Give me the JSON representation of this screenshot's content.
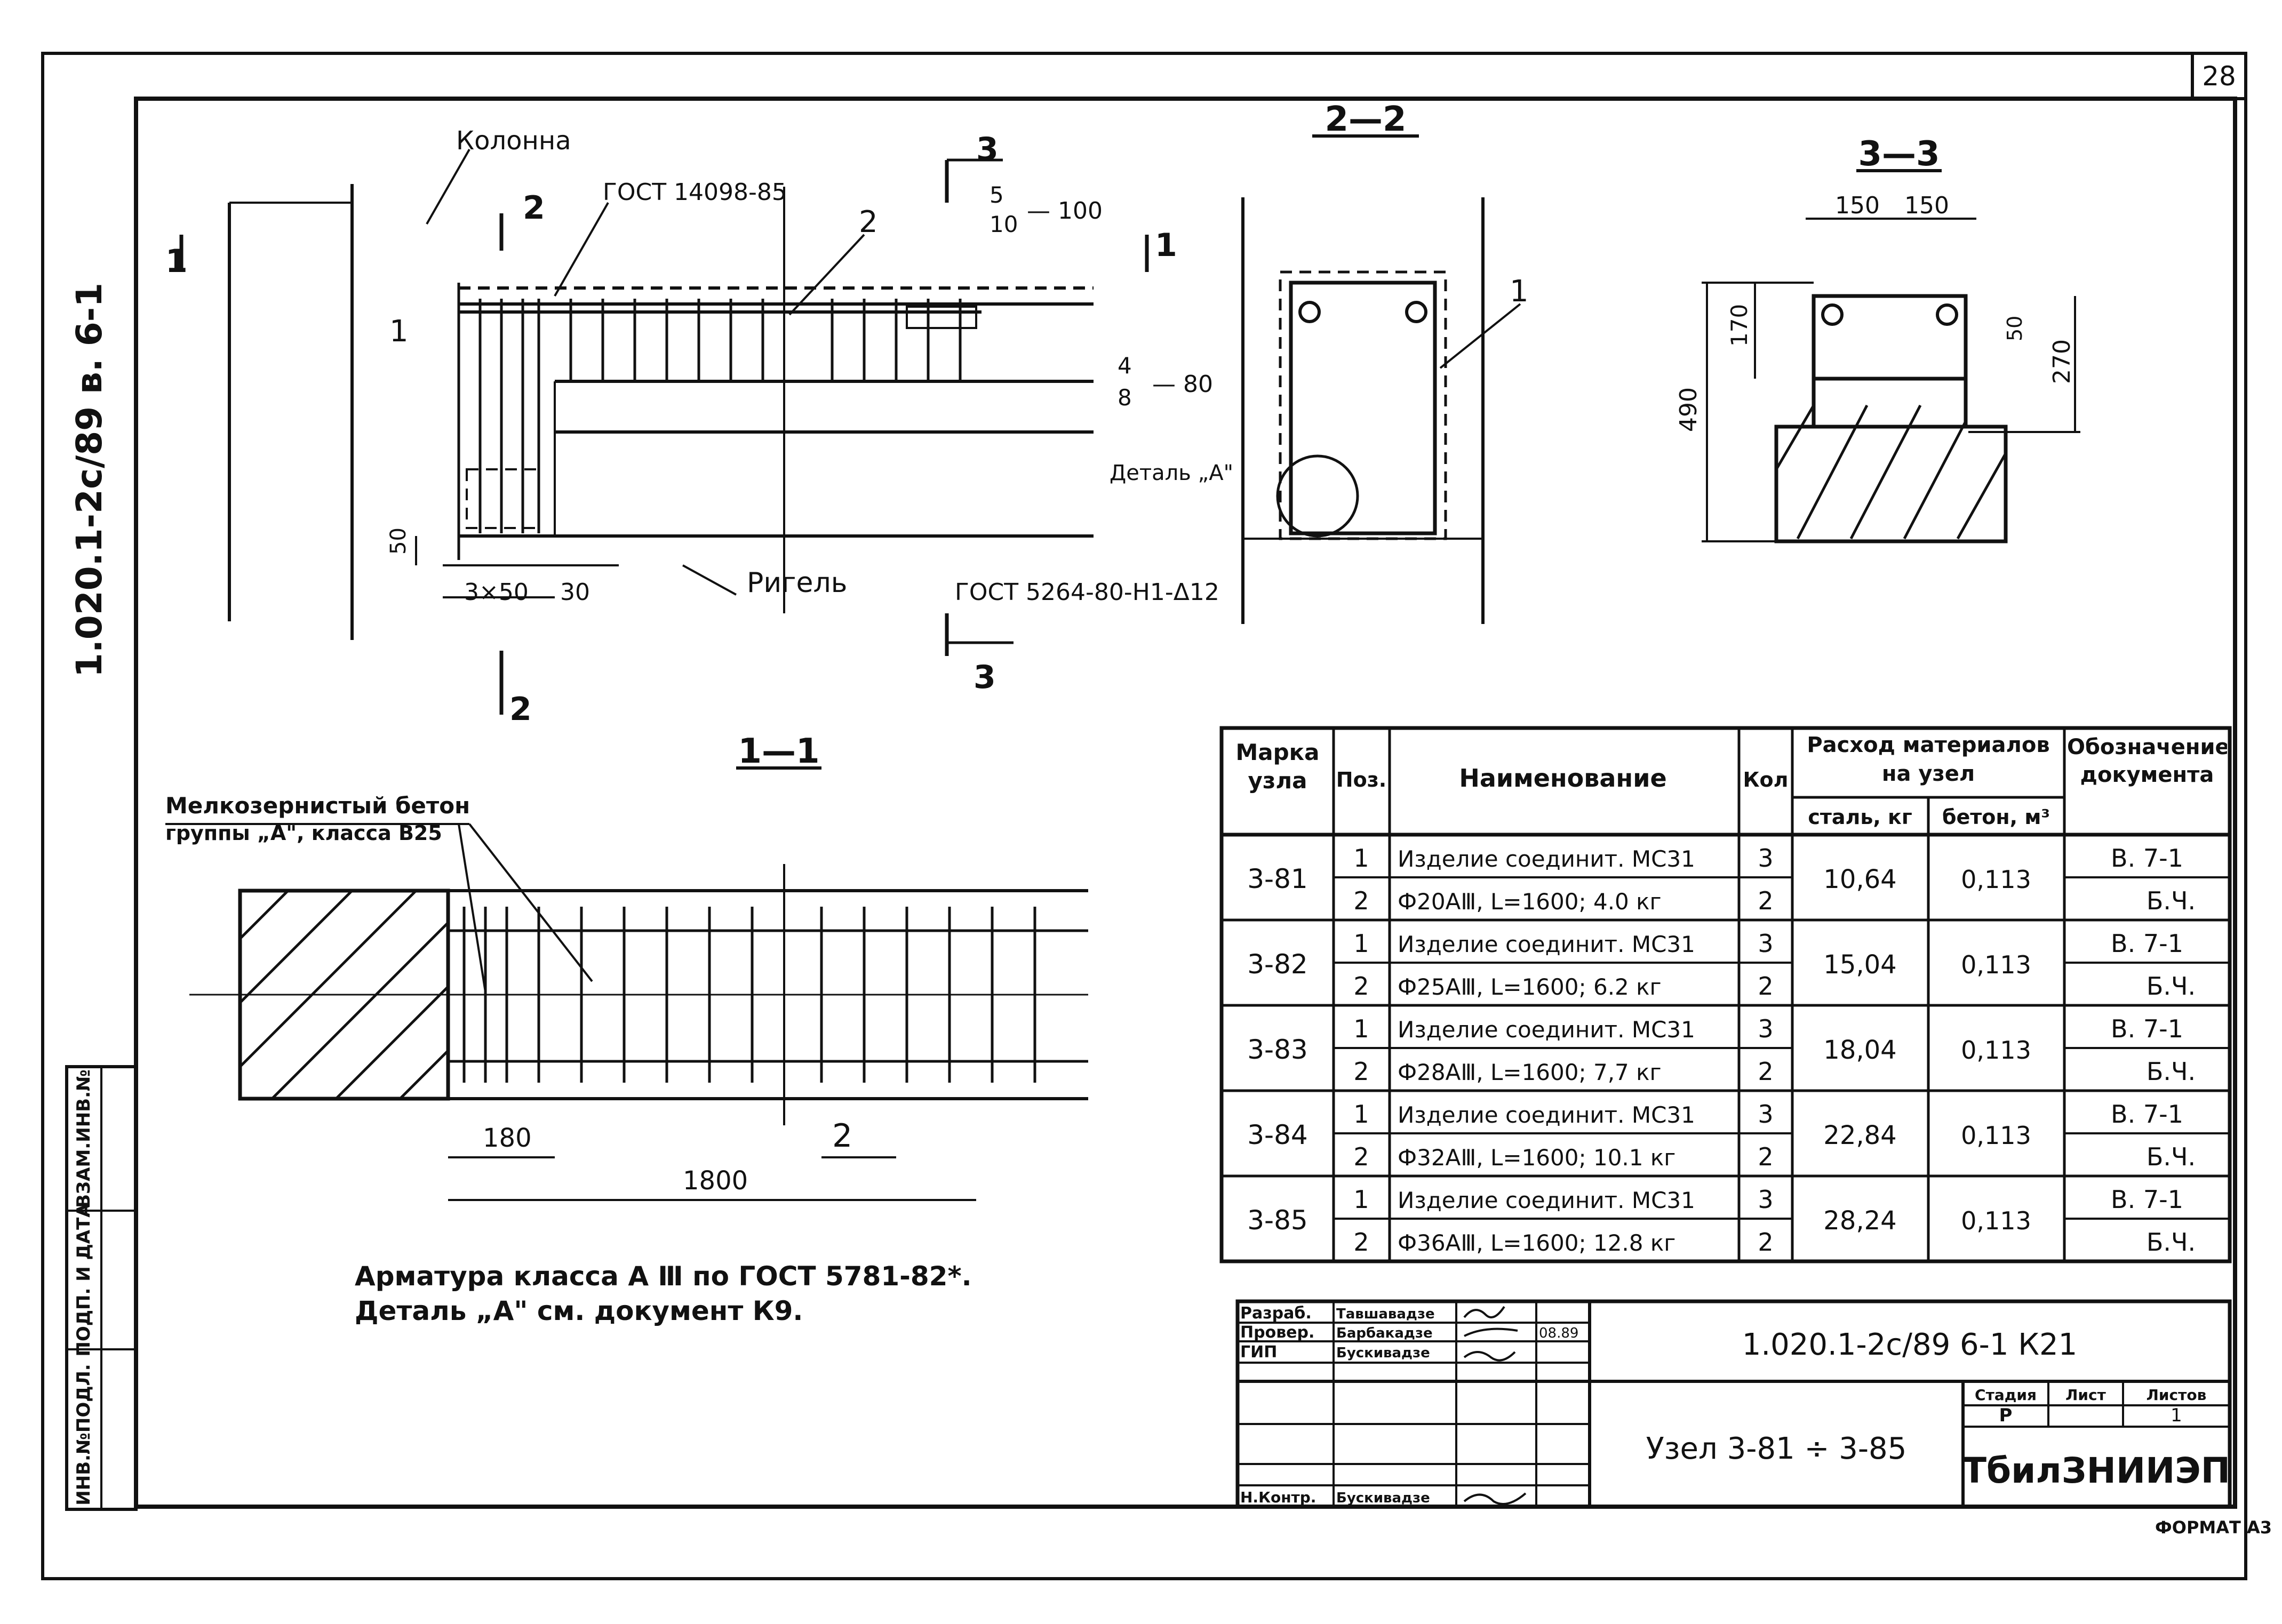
{
  "sheet": {
    "number": "28",
    "side_code": "1.020.1-2с/89   в. 6-1",
    "format": "ФОРМАТ А3"
  },
  "side_stamp": [
    "ИНВ.№ПОДЛ.",
    "ПОДП. И ДАТА",
    "ВЗАМ.ИНВ.№"
  ],
  "drawing_main": {
    "kolonna": "Колонна",
    "gost_top": "ГОСТ 14098-85",
    "cut1": "1",
    "cut2": "2",
    "cut3": "3",
    "pos1": "1",
    "pos2": "2",
    "step_top": "5",
    "step_bot": "10",
    "step_val": "— 100",
    "step2_top": "4",
    "step2_bot": "8",
    "step2_val": "— 80",
    "dim50": "50",
    "dim3x50": "3×50",
    "dim30": "30",
    "rigel": "Ригель",
    "detail": "Деталь „А\"",
    "gost_bottom": "ГОСТ 5264-80-Н1-Δ12"
  },
  "section22": {
    "title": "2—2",
    "pos": "1"
  },
  "section33": {
    "title": "3—3",
    "d150a": "150",
    "d150b": "150",
    "d170": "170",
    "d490": "490",
    "d50": "50",
    "d270": "270"
  },
  "section11": {
    "title": "1—1",
    "concrete1": "Мелкозернистый бетон",
    "concrete2": "группы „А\", класса В25",
    "d180": "180",
    "d1800": "1800",
    "pos2": "2"
  },
  "notes": [
    "Арматура класса А Ⅲ по ГОСТ 5781-82*.",
    "Деталь „А\" см. документ К9."
  ],
  "table": {
    "headers": {
      "mark": "Марка узла",
      "pos": "Поз.",
      "name": "Наименование",
      "qty": "Кол",
      "usage": "Расход материалов на узел",
      "steel": "сталь, кг",
      "concrete": "бетон, м³",
      "doc": "Обозначение документа"
    },
    "rows": [
      {
        "mark": "3-81",
        "steel": "10,64",
        "concrete": "0,113",
        "items": [
          {
            "pos": "1",
            "name": "Изделие соединит. МС31",
            "qty": "3",
            "doc": "В. 7-1"
          },
          {
            "pos": "2",
            "name": "Ф20АⅢ, L=1600;  4.0 кг",
            "qty": "2",
            "doc": "Б.Ч."
          }
        ]
      },
      {
        "mark": "3-82",
        "steel": "15,04",
        "concrete": "0,113",
        "items": [
          {
            "pos": "1",
            "name": "Изделие соединит. МС31",
            "qty": "3",
            "doc": "В. 7-1"
          },
          {
            "pos": "2",
            "name": "Ф25АⅢ, L=1600;  6.2 кг",
            "qty": "2",
            "doc": "Б.Ч."
          }
        ]
      },
      {
        "mark": "3-83",
        "steel": "18,04",
        "concrete": "0,113",
        "items": [
          {
            "pos": "1",
            "name": "Изделие соединит. МС31",
            "qty": "3",
            "doc": "В. 7-1"
          },
          {
            "pos": "2",
            "name": "Ф28АⅢ, L=1600;  7,7 кг",
            "qty": "2",
            "doc": "Б.Ч."
          }
        ]
      },
      {
        "mark": "3-84",
        "steel": "22,84",
        "concrete": "0,113",
        "items": [
          {
            "pos": "1",
            "name": "Изделие соединит. МС31",
            "qty": "3",
            "doc": "В. 7-1"
          },
          {
            "pos": "2",
            "name": "Ф32АⅢ, L=1600; 10.1 кг",
            "qty": "2",
            "doc": "Б.Ч."
          }
        ]
      },
      {
        "mark": "3-85",
        "steel": "28,24",
        "concrete": "0,113",
        "items": [
          {
            "pos": "1",
            "name": "Изделие соединит. МС31",
            "qty": "3",
            "doc": "В. 7-1"
          },
          {
            "pos": "2",
            "name": "Ф36АⅢ, L=1600; 12.8 кг",
            "qty": "2",
            "doc": "Б.Ч."
          }
        ]
      }
    ]
  },
  "title_block": {
    "roles": [
      "Разраб.",
      "Провер.",
      "ГИП",
      "Н.Контр."
    ],
    "names": [
      "Тавшавадзе",
      "Барбакадзе",
      "Бускивадзе",
      "Бускивадзе"
    ],
    "date": "08.89",
    "doc_code": "1.020.1-2с/89  6-1  К21",
    "title": "Узел 3-81 ÷ 3-85",
    "stage_h": "Стадия",
    "sheet_h": "Лист",
    "sheets_h": "Листов",
    "stage": "Р",
    "sheets": "1",
    "org": "ТбилЗНИИЭП"
  }
}
